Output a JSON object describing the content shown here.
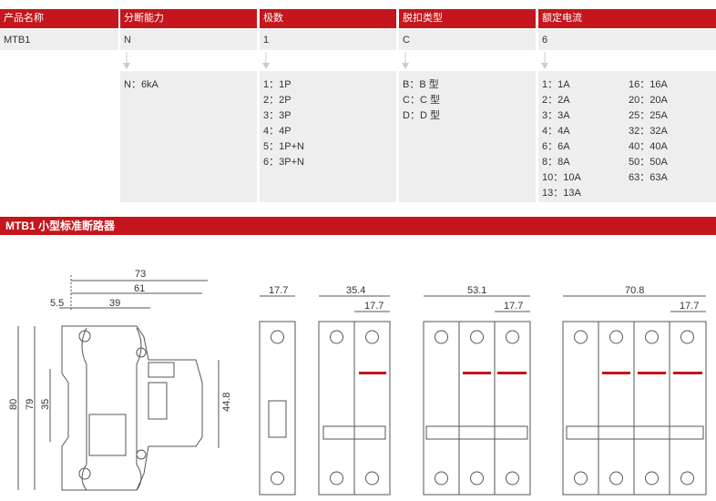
{
  "table": {
    "headers": [
      "产品名称",
      "分断能力",
      "极数",
      "脱扣类型",
      "额定电流"
    ],
    "values": [
      "MTB1",
      "N",
      "1",
      "C",
      "6"
    ],
    "breaking": [
      "N：6kA"
    ],
    "poles": [
      "1：1P",
      "2：2P",
      "3：3P",
      "4：4P",
      "5：1P+N",
      "6：3P+N"
    ],
    "trip": [
      "B：B 型",
      "C：C 型",
      "D：D 型"
    ],
    "current_a": [
      "1：1A",
      "2：2A",
      "3：3A",
      "4：4A",
      "6：6A",
      "8：8A",
      "10：10A",
      "13：13A"
    ],
    "current_b": [
      "16：16A",
      "20：20A",
      "25：25A",
      "32：32A",
      "40：40A",
      "50：50A",
      "63：63A"
    ]
  },
  "section_title": "MTB1  小型标准断路器",
  "dims": {
    "side": [
      "73",
      "61",
      "5.5",
      "39",
      "80",
      "79",
      "35",
      "44.8"
    ],
    "p1": "17.7",
    "p2": [
      "35.4",
      "17.7"
    ],
    "p3": [
      "53.1",
      "17.7"
    ],
    "p4": [
      "70.8",
      "17.7"
    ]
  },
  "colors": {
    "brand": "#c4161c",
    "row": "#eeeeee"
  }
}
